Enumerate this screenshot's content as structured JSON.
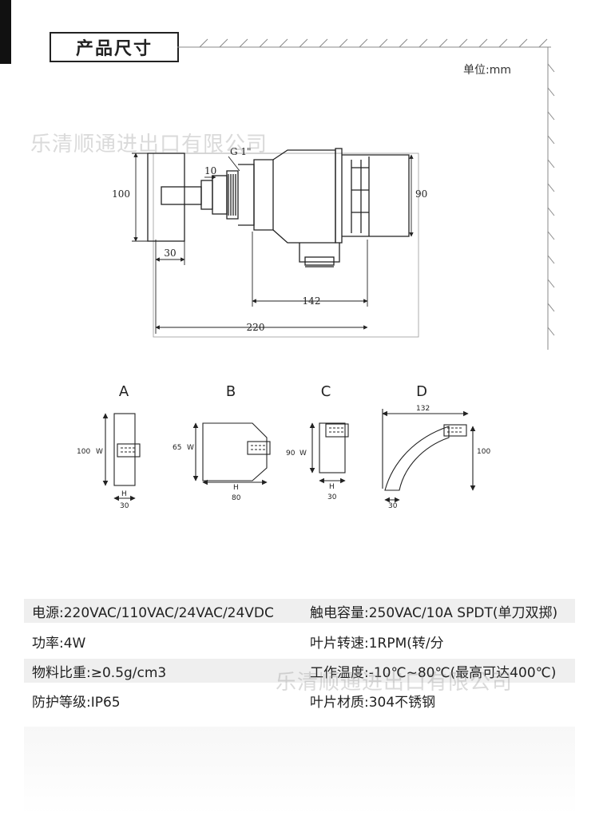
{
  "header": {
    "title": "产品尺寸",
    "unit": "单位:mm"
  },
  "watermark": "乐清顺通进出口有限公司",
  "main_drawing": {
    "thread": "G 1\"",
    "dim_10": "10",
    "dim_100": "100",
    "dim_90": "90",
    "dim_30": "30",
    "dim_142": "142",
    "dim_220": "220"
  },
  "variants": {
    "a": {
      "label": "A",
      "height": "100",
      "w": "W",
      "h": "H",
      "width": "30"
    },
    "b": {
      "label": "B",
      "height": "65",
      "w": "W",
      "h": "H",
      "width": "80"
    },
    "c": {
      "label": "C",
      "height": "90",
      "w": "W",
      "h": "H",
      "width": "30"
    },
    "d": {
      "label": "D",
      "top": "132",
      "height": "100",
      "width": "30"
    }
  },
  "specs": [
    {
      "left": "电源:220VAC/110VAC/24VAC/24VDC",
      "right": "触电容量:250VAC/10A SPDT(单刀双掷)"
    },
    {
      "left": "功率:4W",
      "right": "叶片转速:1RPM(转/分"
    },
    {
      "left": "物料比重:≥0.5g/cm3",
      "right": "工作温度:-10℃~80℃(最高可达400℃)"
    },
    {
      "left": "防护等级:IP65",
      "right": "叶片材质:304不锈钢"
    }
  ]
}
